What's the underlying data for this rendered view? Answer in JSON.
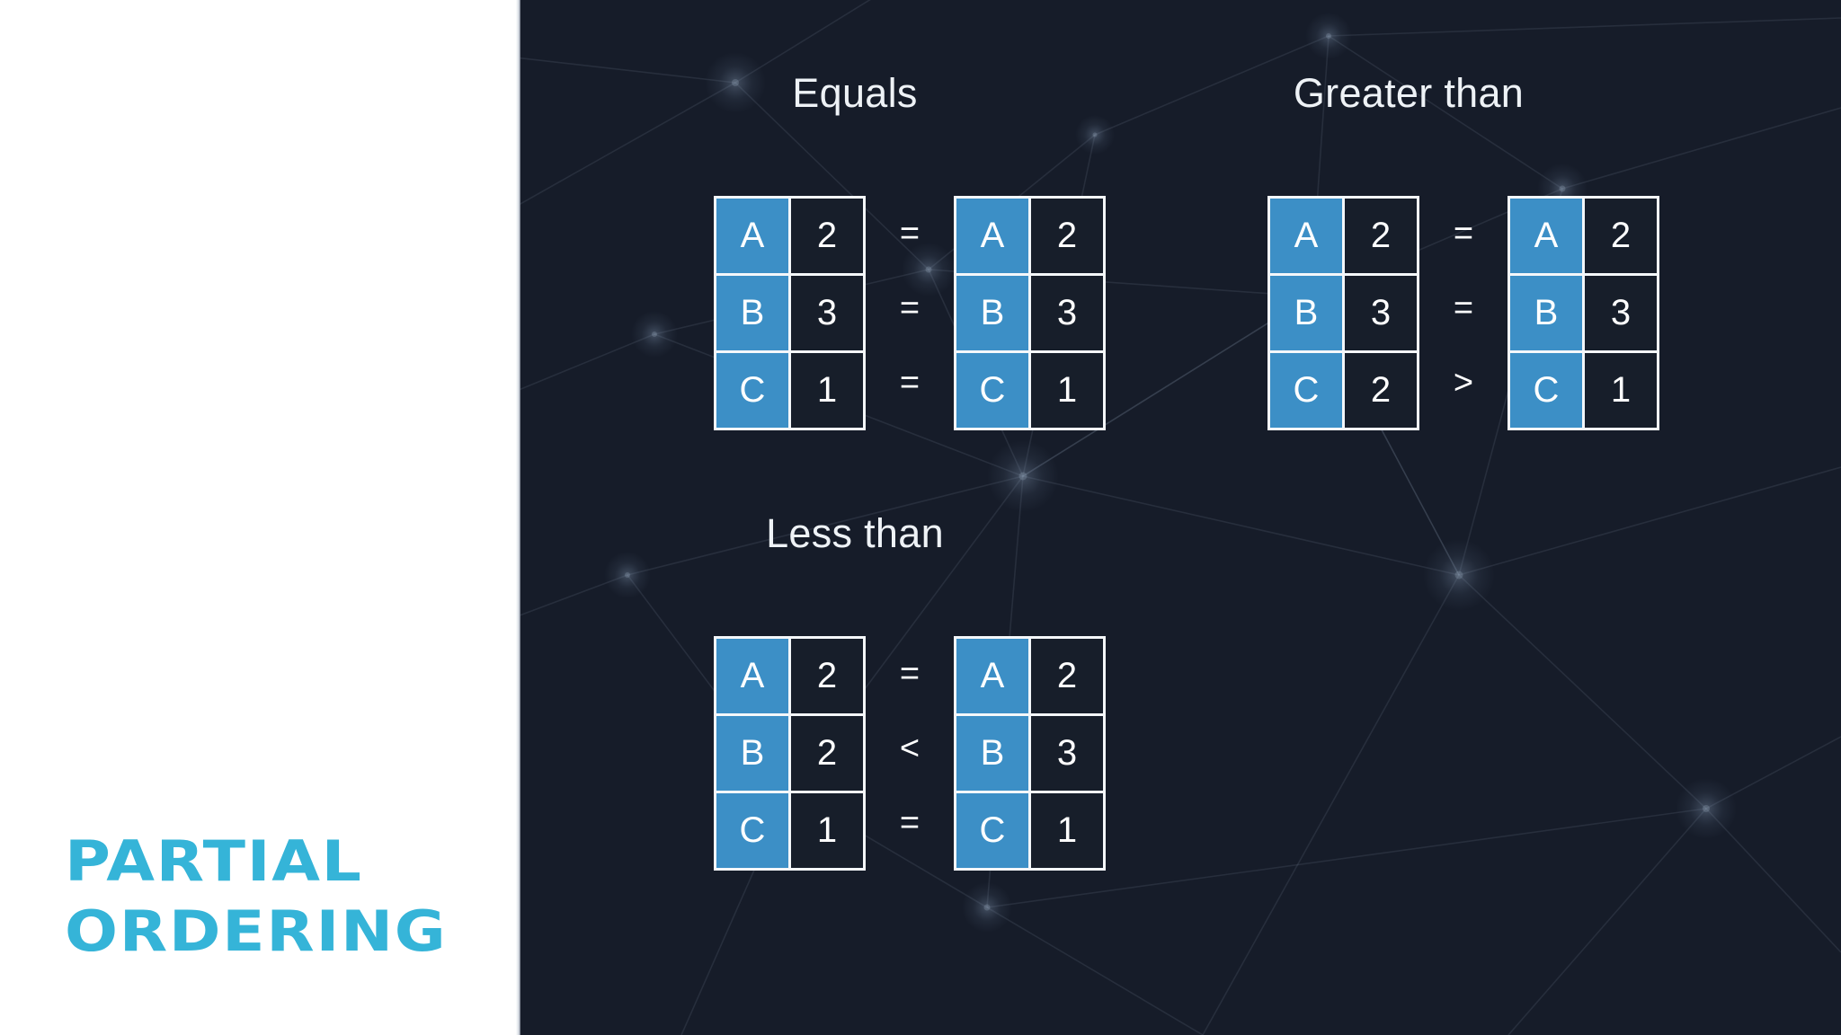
{
  "slide": {
    "title_lines": [
      "PARTIAL",
      "ORDERING"
    ],
    "accent_color": "#35b4d8",
    "panel_color": "#ffffff",
    "canvas_color": "#161c29",
    "key_cell_color": "#3c8fc6",
    "value_cell_color": "#171e2a",
    "border_color": "#f4f7fa",
    "text_color": "#ffffff",
    "background_motif": "network-constellation-icon"
  },
  "groups": [
    {
      "id": "equals",
      "title": "Equals",
      "left": {
        "rows": [
          {
            "key": "A",
            "value": "2"
          },
          {
            "key": "B",
            "value": "3"
          },
          {
            "key": "C",
            "value": "1"
          }
        ]
      },
      "operators": [
        "=",
        "=",
        "="
      ],
      "right": {
        "rows": [
          {
            "key": "A",
            "value": "2"
          },
          {
            "key": "B",
            "value": "3"
          },
          {
            "key": "C",
            "value": "1"
          }
        ]
      }
    },
    {
      "id": "greater",
      "title": "Greater than",
      "left": {
        "rows": [
          {
            "key": "A",
            "value": "2"
          },
          {
            "key": "B",
            "value": "3"
          },
          {
            "key": "C",
            "value": "2"
          }
        ]
      },
      "operators": [
        "=",
        "=",
        ">"
      ],
      "right": {
        "rows": [
          {
            "key": "A",
            "value": "2"
          },
          {
            "key": "B",
            "value": "3"
          },
          {
            "key": "C",
            "value": "1"
          }
        ]
      }
    },
    {
      "id": "less",
      "title": "Less than",
      "left": {
        "rows": [
          {
            "key": "A",
            "value": "2"
          },
          {
            "key": "B",
            "value": "2"
          },
          {
            "key": "C",
            "value": "1"
          }
        ]
      },
      "operators": [
        "=",
        "<",
        "="
      ],
      "right": {
        "rows": [
          {
            "key": "A",
            "value": "2"
          },
          {
            "key": "B",
            "value": "3"
          },
          {
            "key": "C",
            "value": "1"
          }
        ]
      }
    }
  ]
}
